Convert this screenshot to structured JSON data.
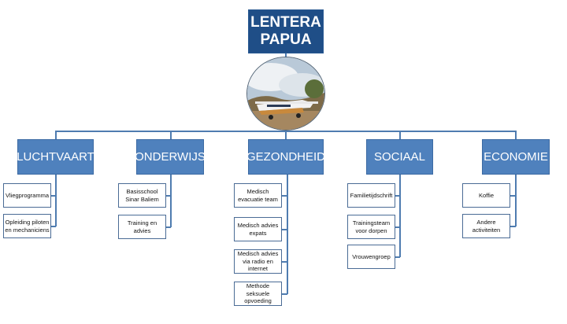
{
  "title": "LENTERA PAPUA",
  "photo": "aircraft-photo",
  "categories": [
    {
      "label": "LUCHTVAART",
      "items": [
        "Vliegprogramma",
        "Opleiding piloten en mechaniciens"
      ]
    },
    {
      "label": "ONDERWIJS",
      "items": [
        "Basisschool Sinar Baliem",
        "Training en advies"
      ]
    },
    {
      "label": "GEZONDHEID",
      "items": [
        "Medisch evacuatie team",
        "Medisch advies expats",
        "Medisch advies via radio en internet",
        "Methode seksuele opvoeding"
      ]
    },
    {
      "label": "SOCIAAL",
      "items": [
        "Familietijdschrift",
        "Trainingsteam voor dorpen",
        "Vrouwengroep"
      ]
    },
    {
      "label": "ECONOMIE",
      "items": [
        "Koffie",
        "Andere activiteiten"
      ]
    }
  ],
  "colors": {
    "title_bg": "#1f4e87",
    "category_bg": "#4f81bd",
    "line": "#4f7cb0"
  }
}
